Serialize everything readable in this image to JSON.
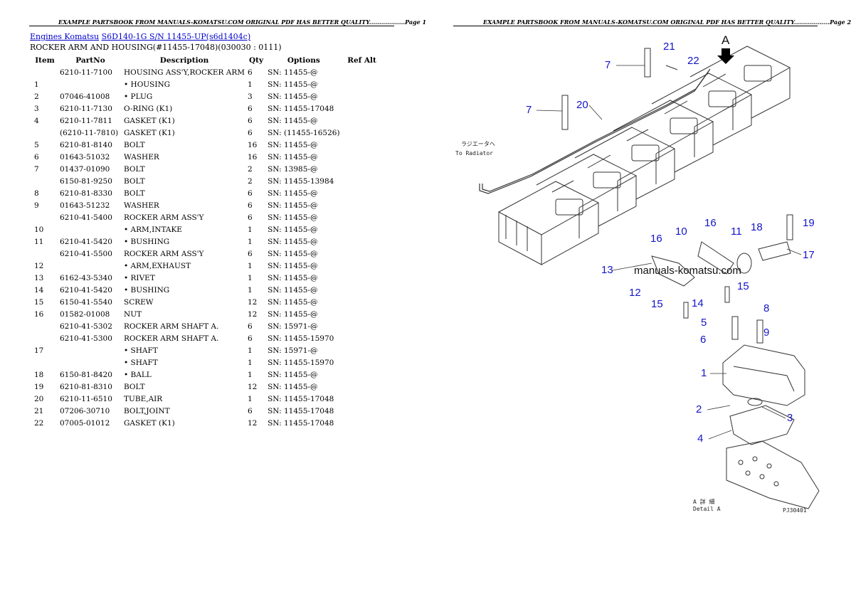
{
  "headers": {
    "left": "EXAMPLE PARTSBOOK FROM MANUALS-KOMATSU.COM ORIGINAL PDF HAS BETTER QUALITY..................Page 1",
    "right": "EXAMPLE PARTSBOOK FROM MANUALS-KOMATSU.COM ORIGINAL PDF HAS BETTER QUALITY..................Page 2"
  },
  "breadcrumb": {
    "link1": "Engines Komatsu",
    "link2": "S6D140-1G S/N 11455-UP(s6d1404c)"
  },
  "section_title": "ROCKER ARM AND HOUSING(#11455-17048)(030030 : 0111)",
  "table": {
    "columns": [
      "Item",
      "PartNo",
      "Description",
      "Qty",
      "Options",
      "Ref Alt"
    ],
    "rows": [
      {
        "item": "",
        "part": "6210-11-7100",
        "desc": "HOUSING ASS'Y,ROCKER ARM",
        "qty": "6",
        "opt": "SN: 11455-@",
        "ref": ""
      },
      {
        "item": "1",
        "part": "",
        "desc": "• HOUSING",
        "qty": "1",
        "opt": "SN: 11455-@",
        "ref": ""
      },
      {
        "item": "2",
        "part": "07046-41008",
        "desc": "• PLUG",
        "qty": "3",
        "opt": "SN: 11455-@",
        "ref": ""
      },
      {
        "item": "3",
        "part": "6210-11-7130",
        "desc": "O-RING (K1)",
        "qty": "6",
        "opt": "SN: 11455-17048",
        "ref": ""
      },
      {
        "item": "4",
        "part": "6210-11-7811",
        "desc": "GASKET (K1)",
        "qty": "6",
        "opt": "SN: 11455-@",
        "ref": ""
      },
      {
        "item": "",
        "part": "(6210-11-7810)",
        "desc": "GASKET (K1)",
        "qty": "6",
        "opt": "SN: (11455-16526)",
        "ref": ""
      },
      {
        "item": "5",
        "part": "6210-81-8140",
        "desc": "BOLT",
        "qty": "16",
        "opt": "SN: 11455-@",
        "ref": ""
      },
      {
        "item": "6",
        "part": "01643-51032",
        "desc": "WASHER",
        "qty": "16",
        "opt": "SN: 11455-@",
        "ref": ""
      },
      {
        "item": "7",
        "part": "01437-01090",
        "desc": "BOLT",
        "qty": "2",
        "opt": "SN: 13985-@",
        "ref": ""
      },
      {
        "item": "",
        "part": "6150-81-9250",
        "desc": "BOLT",
        "qty": "2",
        "opt": "SN: 11455-13984",
        "ref": ""
      },
      {
        "item": "8",
        "part": "6210-81-8330",
        "desc": "BOLT",
        "qty": "6",
        "opt": "SN: 11455-@",
        "ref": ""
      },
      {
        "item": "9",
        "part": "01643-51232",
        "desc": "WASHER",
        "qty": "6",
        "opt": "SN: 11455-@",
        "ref": ""
      },
      {
        "item": "",
        "part": "6210-41-5400",
        "desc": "ROCKER ARM ASS'Y",
        "qty": "6",
        "opt": "SN: 11455-@",
        "ref": ""
      },
      {
        "item": "10",
        "part": "",
        "desc": "• ARM,INTAKE",
        "qty": "1",
        "opt": "SN: 11455-@",
        "ref": ""
      },
      {
        "item": "11",
        "part": "6210-41-5420",
        "desc": "• BUSHING",
        "qty": "1",
        "opt": "SN: 11455-@",
        "ref": ""
      },
      {
        "item": "",
        "part": "6210-41-5500",
        "desc": "ROCKER ARM ASS'Y",
        "qty": "6",
        "opt": "SN: 11455-@",
        "ref": ""
      },
      {
        "item": "12",
        "part": "",
        "desc": "• ARM,EXHAUST",
        "qty": "1",
        "opt": "SN: 11455-@",
        "ref": ""
      },
      {
        "item": "13",
        "part": "6162-43-5340",
        "desc": "• RIVET",
        "qty": "1",
        "opt": "SN: 11455-@",
        "ref": ""
      },
      {
        "item": "14",
        "part": "6210-41-5420",
        "desc": "• BUSHING",
        "qty": "1",
        "opt": "SN: 11455-@",
        "ref": ""
      },
      {
        "item": "15",
        "part": "6150-41-5540",
        "desc": "SCREW",
        "qty": "12",
        "opt": "SN: 11455-@",
        "ref": ""
      },
      {
        "item": "16",
        "part": "01582-01008",
        "desc": "NUT",
        "qty": "12",
        "opt": "SN: 11455-@",
        "ref": ""
      },
      {
        "item": "",
        "part": "6210-41-5302",
        "desc": "ROCKER ARM SHAFT A.",
        "qty": "6",
        "opt": "SN: 15971-@",
        "ref": ""
      },
      {
        "item": "",
        "part": "6210-41-5300",
        "desc": "ROCKER ARM SHAFT A.",
        "qty": "6",
        "opt": "SN: 11455-15970",
        "ref": ""
      },
      {
        "item": "17",
        "part": "",
        "desc": "• SHAFT",
        "qty": "1",
        "opt": "SN: 15971-@",
        "ref": ""
      },
      {
        "item": "",
        "part": "",
        "desc": "• SHAFT",
        "qty": "1",
        "opt": "SN: 11455-15970",
        "ref": ""
      },
      {
        "item": "18",
        "part": "6150-81-8420",
        "desc": "• BALL",
        "qty": "1",
        "opt": "SN: 11455-@",
        "ref": ""
      },
      {
        "item": "19",
        "part": "6210-81-8310",
        "desc": "BOLT",
        "qty": "12",
        "opt": "SN: 11455-@",
        "ref": ""
      },
      {
        "item": "20",
        "part": "6210-11-6510",
        "desc": "TUBE,AIR",
        "qty": "1",
        "opt": "SN: 11455-17048",
        "ref": ""
      },
      {
        "item": "21",
        "part": "07206-30710",
        "desc": "BOLT,JOINT",
        "qty": "6",
        "opt": "SN: 11455-17048",
        "ref": ""
      },
      {
        "item": "22",
        "part": "07005-01012",
        "desc": "GASKET (K1)",
        "qty": "12",
        "opt": "SN: 11455-17048",
        "ref": ""
      }
    ]
  },
  "diagram": {
    "view_letter": "A",
    "radiator_jp": "ラジエータへ",
    "radiator_en": "To Radiator",
    "watermark": "manuals-komatsu.com",
    "detail_jp": "A 詳 細",
    "detail_en": "Detail A",
    "figure_code": "PJ30401",
    "callouts": [
      "7",
      "21",
      "22",
      "7",
      "20",
      "16",
      "10",
      "16",
      "11",
      "18",
      "19",
      "17",
      "13",
      "12",
      "15",
      "15",
      "14",
      "5",
      "8",
      "6",
      "9",
      "1",
      "2",
      "3",
      "4"
    ]
  }
}
